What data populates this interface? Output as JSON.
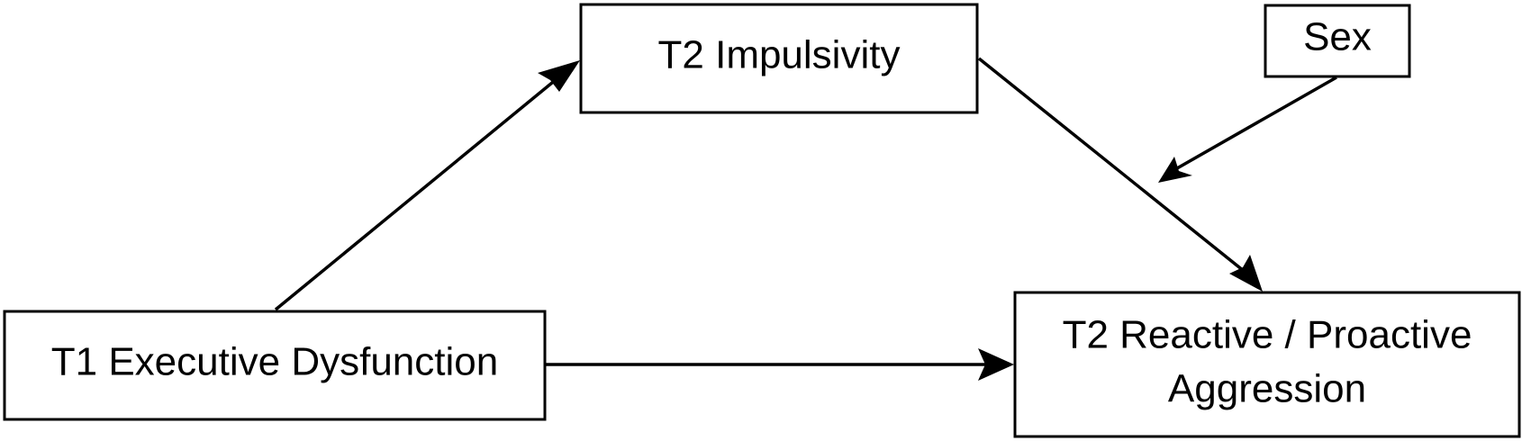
{
  "nodes": {
    "t1_executive_dysfunction": {
      "label": "T1 Executive Dysfunction"
    },
    "t2_impulsivity": {
      "label": "T2 Impulsivity"
    },
    "sex": {
      "label": "Sex"
    },
    "t2_aggression": {
      "line1": "T2 Reactive / Proactive",
      "line2": "Aggression"
    }
  },
  "edges": [
    {
      "from": "T1 Executive Dysfunction",
      "to": "T2 Impulsivity"
    },
    {
      "from": "T2 Impulsivity",
      "to": "T2 Reactive / Proactive Aggression"
    },
    {
      "from": "T1 Executive Dysfunction",
      "to": "T2 Reactive / Proactive Aggression"
    },
    {
      "from": "Sex",
      "to": "T2 Impulsivity → T2 Reactive / Proactive Aggression path"
    }
  ]
}
